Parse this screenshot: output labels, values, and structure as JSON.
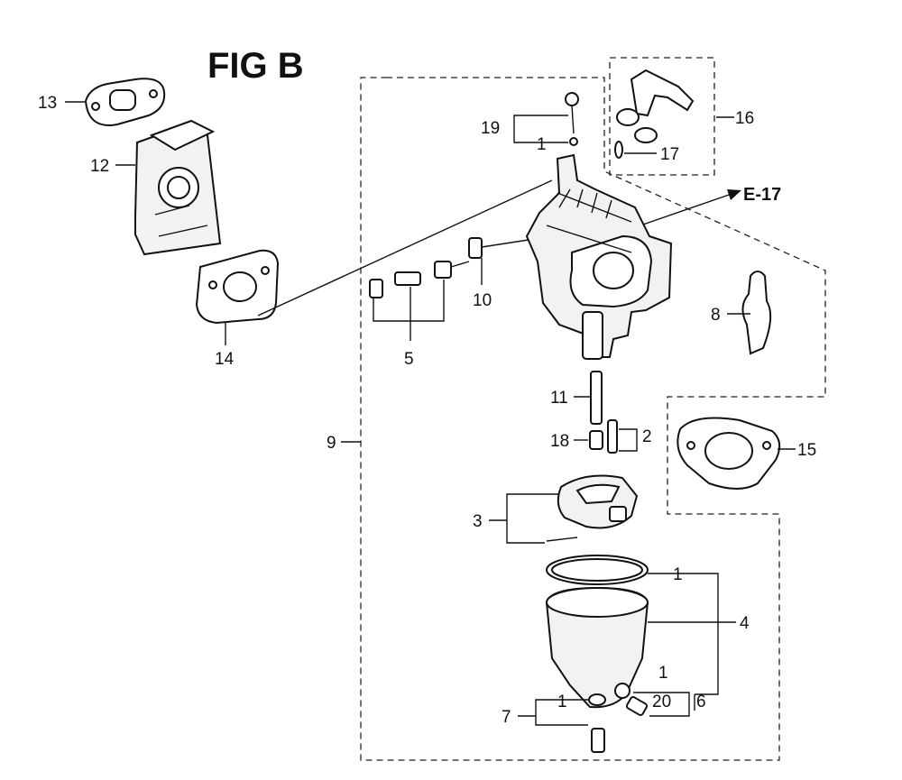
{
  "title": "FIG B",
  "reference": "E-17",
  "callouts": {
    "c1a": "1",
    "c1b": "1",
    "c1c": "1",
    "c1d": "1",
    "c2": "2",
    "c3": "3",
    "c4": "4",
    "c5": "5",
    "c6": "6",
    "c7": "7",
    "c8": "8",
    "c9": "9",
    "c10": "10",
    "c11": "11",
    "c12": "12",
    "c13": "13",
    "c14": "14",
    "c15": "15",
    "c16": "16",
    "c17": "17",
    "c18": "18",
    "c19": "19",
    "c20": "20"
  }
}
